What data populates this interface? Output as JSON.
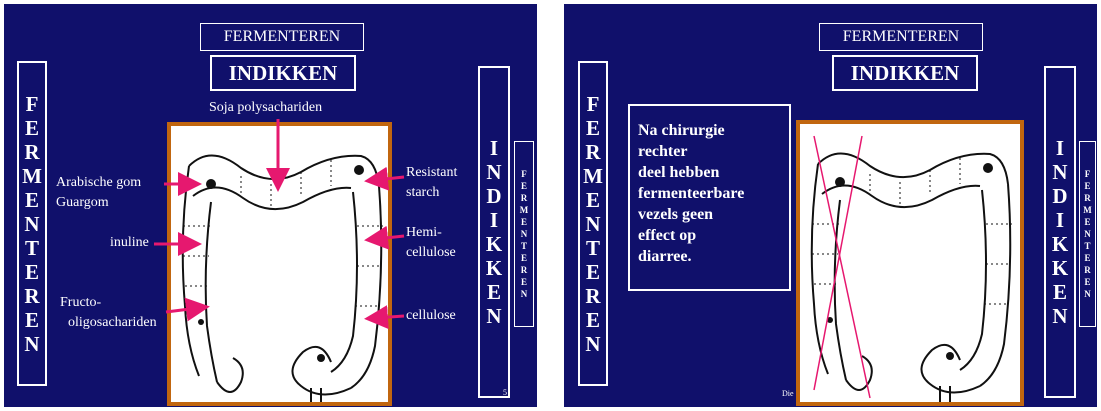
{
  "slide1": {
    "title_small": "FERMENTEREN",
    "title_big": "INDIKKEN",
    "left_bar": [
      "F",
      "E",
      "R",
      "M",
      "E",
      "N",
      "T",
      "E",
      "R",
      "E",
      "N"
    ],
    "right_bar": [
      "I",
      "N",
      "D",
      "I",
      "K",
      "K",
      "E",
      "N"
    ],
    "tiny_bar": [
      "F",
      "E",
      "R",
      "M",
      "E",
      "N",
      "T",
      "E",
      "R",
      "E",
      "N"
    ],
    "labels": {
      "soja": "Soja polysachariden",
      "resistant_1": "Resistant",
      "resistant_2": "starch",
      "arabische_1": "Arabische gom",
      "arabische_2": "Guargom",
      "inuline": "inuline",
      "hemi_1": "Hemi-",
      "hemi_2": "cellulose",
      "fructo_1": "Fructo-",
      "fructo_2": "oligosachariden",
      "cellulose": "cellulose"
    },
    "page_number": "5",
    "colors": {
      "background": "#10106b",
      "arrow": "#e6186f",
      "frame": "#c1660f"
    }
  },
  "slide2": {
    "title_small": "FERMENTEREN",
    "title_big": "INDIKKEN",
    "left_bar": [
      "F",
      "E",
      "R",
      "M",
      "E",
      "N",
      "T",
      "E",
      "R",
      "E",
      "N"
    ],
    "right_bar": [
      "I",
      "N",
      "D",
      "I",
      "K",
      "K",
      "E",
      "N"
    ],
    "tiny_bar": [
      "F",
      "E",
      "R",
      "M",
      "E",
      "N",
      "T",
      "E",
      "R",
      "E",
      "N"
    ],
    "note_lines": [
      "Na chirurgie",
      "rechter",
      "deel hebben",
      "fermenteerbare",
      "vezels geen",
      "effect op",
      "diarree."
    ],
    "footer": "Die",
    "colors": {
      "cross": "#e6186f"
    }
  }
}
